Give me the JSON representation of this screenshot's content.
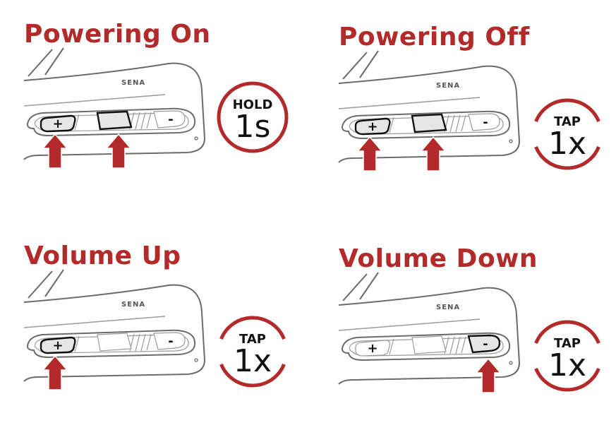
{
  "brand": "SENA",
  "button_labels": {
    "plus": "+",
    "minus": "-"
  },
  "colors": {
    "accent": "#b22a2a",
    "outline": "#6b6b6b",
    "highlight_fill": "#e6e6e6"
  },
  "panels": [
    {
      "title": "Powering On",
      "action": "HOLD",
      "count": "1s",
      "badge_style": "solid",
      "highlighted": [
        "plus",
        "center"
      ]
    },
    {
      "title": "Powering Off",
      "action": "TAP",
      "count": "1x",
      "badge_style": "dashed",
      "highlighted": [
        "plus",
        "center"
      ]
    },
    {
      "title": "Volume Up",
      "action": "TAP",
      "count": "1x",
      "badge_style": "dashed",
      "highlighted": [
        "plus"
      ]
    },
    {
      "title": "Volume Down",
      "action": "TAP",
      "count": "1x",
      "badge_style": "dashed",
      "highlighted": [
        "minus"
      ]
    }
  ]
}
